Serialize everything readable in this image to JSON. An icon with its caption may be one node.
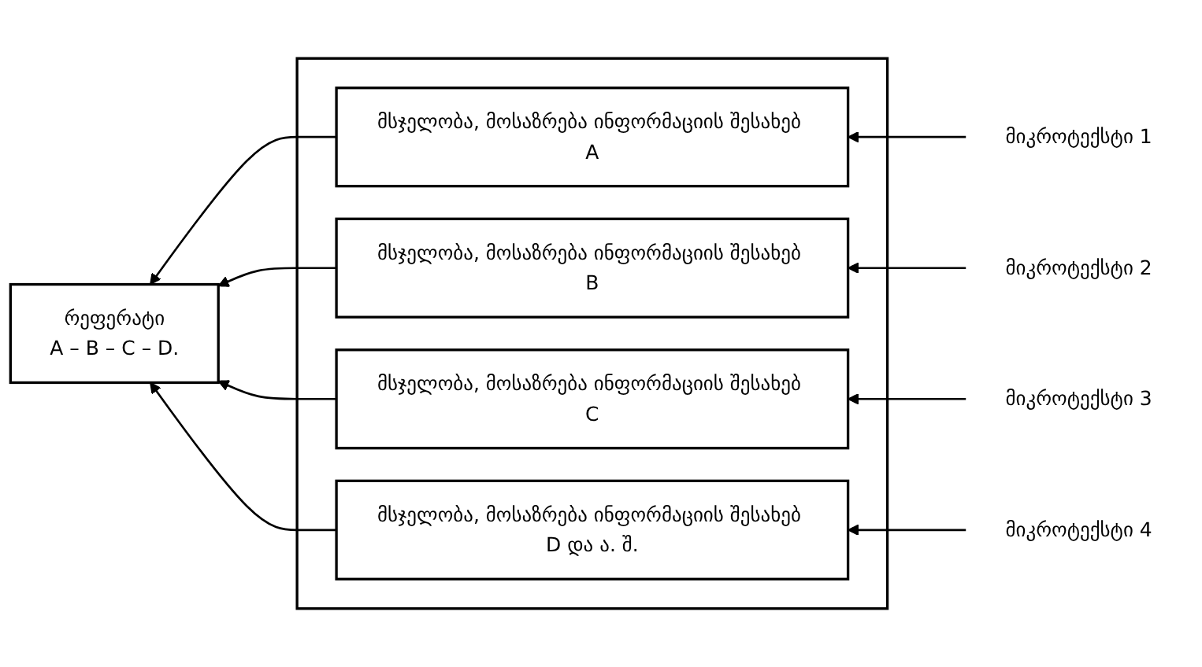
{
  "diagram": {
    "nodes": [
      {
        "text": [],
        "shape": "box"
      },
      {
        "text": [
          "მსჯელობა, მოსაზრება ინფორმაციის შესახებ A"
        ],
        "in": 0
      },
      {
        "text": [
          "მსჯელობა, მოსაზრება ინფორმაციის შესახებ B"
        ],
        "in": 0
      },
      {
        "text": [
          "მსჯელობა, მოსაზრება ინფორმაციის შესახებ C"
        ],
        "in": 0
      },
      {
        "text": [
          "მსჯელობა, მოსაზრება ინფორმაციის შესახებ D და ა. შ."
        ],
        "in": 0
      },
      {
        "text": [
          "მიკროტექსტი 1"
        ]
      },
      {
        "text": [
          "მიკროტექსტი 2"
        ]
      },
      {
        "text": [
          "მიკროტექსტი 3"
        ]
      },
      {
        "text": [
          "მიკროტექსტი 4"
        ]
      },
      {
        "text": [
          "რეფერატი",
          "A – B – C – D."
        ]
      }
    ],
    "edges": [
      {
        "from": 5,
        "to": 1,
        "arrow": "to"
      },
      {
        "from": 6,
        "to": 2,
        "arrow": "to"
      },
      {
        "from": 7,
        "to": 3,
        "arrow": "to"
      },
      {
        "from": 8,
        "to": 4,
        "arrow": "to"
      },
      {
        "from": 1,
        "to": 9,
        "arrow": "to"
      },
      {
        "from": 2,
        "to": 9,
        "arrow": "to"
      },
      {
        "from": 3,
        "to": 9,
        "arrow": "to"
      },
      {
        "from": 4,
        "to": 9,
        "arrow": "to"
      }
    ]
  }
}
